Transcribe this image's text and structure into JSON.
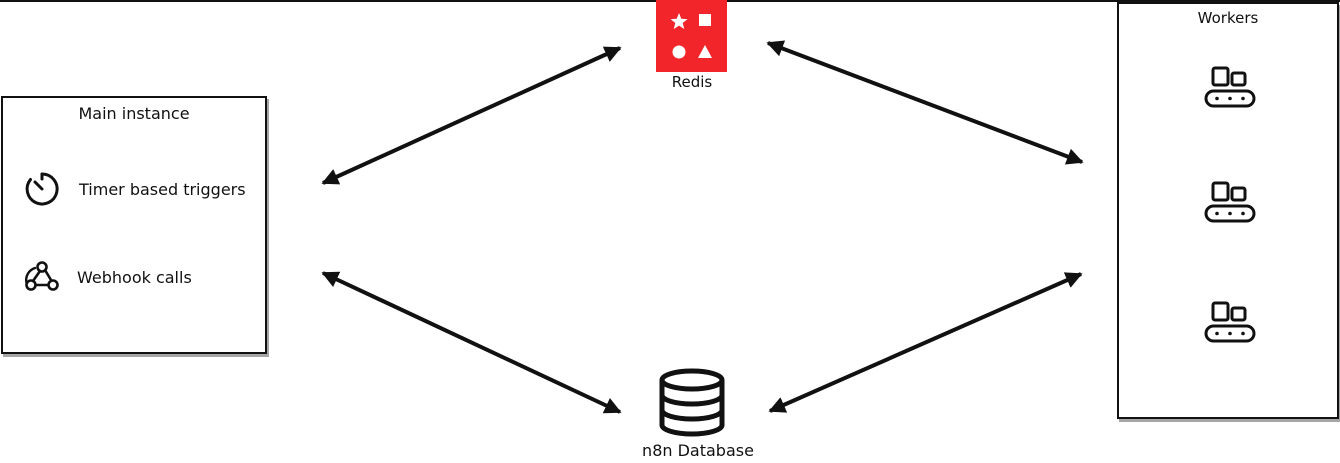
{
  "main_instance": {
    "title": "Main instance",
    "items": [
      {
        "label": "Timer based triggers",
        "icon": "timer-icon"
      },
      {
        "label": "Webhook calls",
        "icon": "webhook-icon"
      }
    ]
  },
  "redis": {
    "label": "Redis",
    "color": "#f2262a",
    "icon": "redis-logo-icon"
  },
  "database": {
    "label": "n8n Database",
    "icon": "database-icon"
  },
  "workers": {
    "title": "Workers",
    "items": [
      {
        "icon": "worker-conveyor-icon"
      },
      {
        "icon": "worker-conveyor-icon"
      },
      {
        "icon": "worker-conveyor-icon"
      }
    ]
  },
  "connections": [
    {
      "from": "main_instance",
      "to": "redis",
      "direction": "bidirectional"
    },
    {
      "from": "redis",
      "to": "workers",
      "direction": "bidirectional"
    },
    {
      "from": "main_instance",
      "to": "database",
      "direction": "bidirectional"
    },
    {
      "from": "database",
      "to": "workers",
      "direction": "bidirectional"
    }
  ]
}
